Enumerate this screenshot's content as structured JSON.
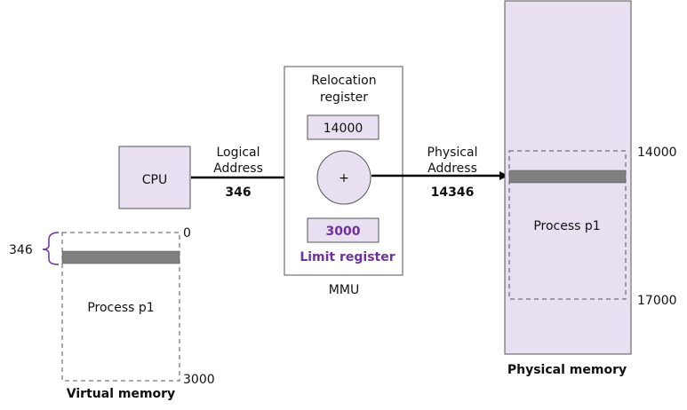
{
  "cpu": {
    "label": "CPU"
  },
  "logical": {
    "line1": "Logical",
    "line2": "Address",
    "value": "346"
  },
  "mmu": {
    "relocation_line1": "Relocation",
    "relocation_line2": "register",
    "relocation_value": "14000",
    "adder_symbol": "+",
    "limit_value": "3000",
    "limit_label": "Limit register",
    "caption": "MMU"
  },
  "physical": {
    "line1": "Physical",
    "line2": "Address",
    "value": "14346"
  },
  "virtual_memory": {
    "title": "Virtual memory",
    "process_label": "Process p1",
    "top_addr": "0",
    "bottom_addr": "3000",
    "offset_label": "346"
  },
  "physical_memory": {
    "title": "Physical memory",
    "process_label": "Process p1",
    "top_addr": "14000",
    "bottom_addr": "17000"
  },
  "colors": {
    "box_fill": "#e8e0f0",
    "accent_purple": "#7030a0",
    "bar_gray": "#7f7f7f"
  }
}
